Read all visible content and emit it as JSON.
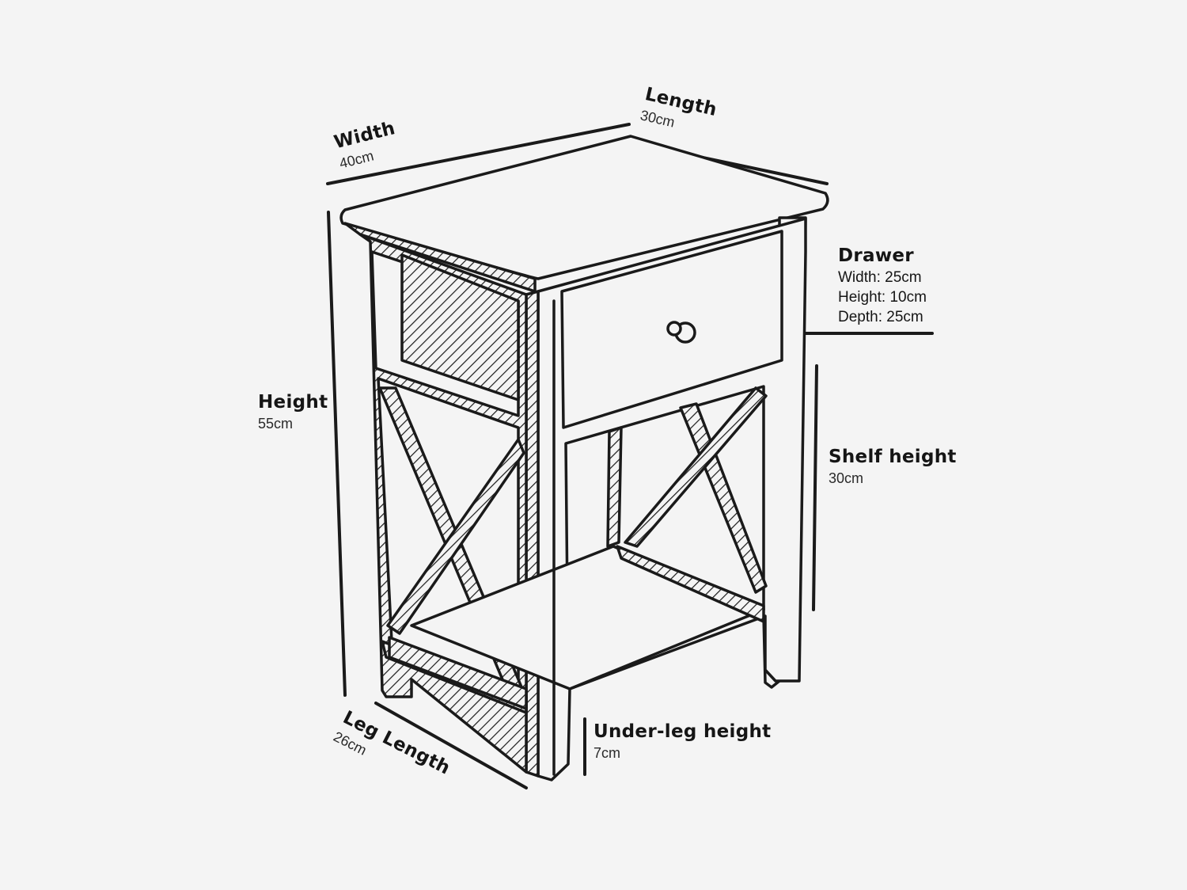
{
  "dimensions": {
    "width": {
      "title": "Width",
      "value": "40cm"
    },
    "length": {
      "title": "Length",
      "value": "30cm"
    },
    "height": {
      "title": "Height",
      "value": "55cm"
    },
    "drawer": {
      "title": "Drawer",
      "width": "Width: 25cm",
      "height": "Height: 10cm",
      "depth": "Depth: 25cm"
    },
    "shelf_height": {
      "title": "Shelf height",
      "value": "30cm"
    },
    "leg_length": {
      "title": "Leg Length",
      "value": "26cm"
    },
    "under_leg_height": {
      "title": "Under-leg height",
      "value": "7cm"
    }
  },
  "colors": {
    "line": "#1a1a1a",
    "background": "#f4f4f4",
    "hatch": "#1a1a1a"
  }
}
